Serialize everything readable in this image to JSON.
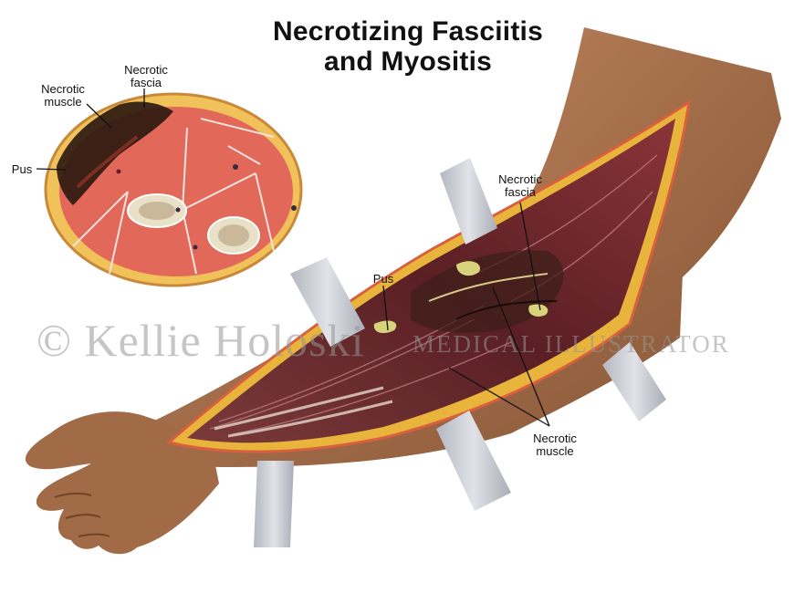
{
  "title": {
    "line1": "Necrotizing Fasciitis",
    "line2": "and Myositis"
  },
  "inset_labels": {
    "necrotic_fascia_1": "Necrotic",
    "necrotic_fascia_2": "fascia",
    "necrotic_muscle_1": "Necrotic",
    "necrotic_muscle_2": "muscle",
    "pus": "Pus"
  },
  "arm_labels": {
    "necrotic_fascia_1": "Necrotic",
    "necrotic_fascia_2": "fascia",
    "pus": "Pus",
    "necrotic_muscle_1": "Necrotic",
    "necrotic_muscle_2": "muscle"
  },
  "watermark": {
    "name": "© Kellie Holoski",
    "subtitle": "MEDICAL ILLUSTRATOR"
  },
  "colors": {
    "skin": "#a56f4c",
    "skin_dark": "#7a4a2c",
    "muscle": "#e2685a",
    "fat": "#e8b43c",
    "necrosis": "#3a2316",
    "retractor": "#c9ccd4",
    "wound": "#5c2226"
  }
}
